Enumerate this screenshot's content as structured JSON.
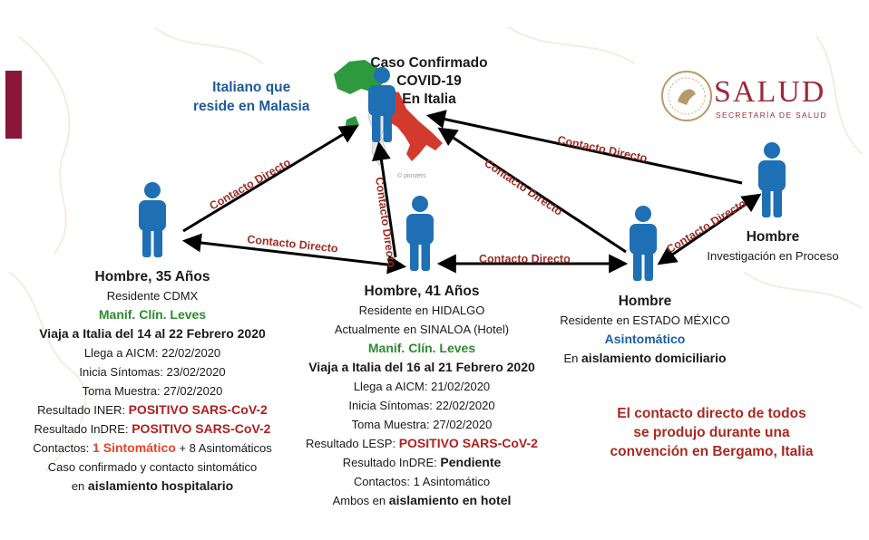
{
  "brand": {
    "name": "SALUD",
    "subtitle": "SECRETARÍA DE SALUD",
    "color": "#9c2a3a"
  },
  "colors": {
    "person": "#1f6fb5",
    "arrow": "#000000",
    "edge_label": "#9a2e24",
    "accent_bar": "#8a1638",
    "italy_green": "#2e9a3e",
    "italy_red": "#d23a2e"
  },
  "italiano_label": [
    "Italiano que",
    "reside en Malasia"
  ],
  "caso": {
    "lines": [
      "Caso Confirmado",
      "COVID-19",
      "En Italia"
    ],
    "map_caption": "© piosters"
  },
  "edges": {
    "cdmx_to_italy": "Contacto Directo",
    "hidalgo_to_italy": "Contacto Directo",
    "cdmx_hidalgo": "Contacto Directo",
    "hidalgo_edomex": "Contacto Directo",
    "edomex_to_italy": "Contacto Directo",
    "investigacion_to_italy": "Contacto Directo",
    "edomex_investigacion": "Contacto Directo"
  },
  "p35": {
    "title": "Hombre, 35 Años",
    "residence": "Residente CDMX",
    "manif": "Manif. Clín. Leves",
    "trip": "Viaja a Italia del 14 al 22 Febrero 2020",
    "arrival": "Llega a AICM: 22/02/2020",
    "onset": "Inicia Síntomas: 23/02/2020",
    "sample": "Toma Muestra: 27/02/2020",
    "inerPrefix": "Resultado INER:",
    "inerValue": "POSITIVO SARS-CoV-2",
    "indrePrefix": "Resultado InDRE:",
    "indreValue": "POSITIVO SARS-CoV-2",
    "contactsPrefix": "Contactos:",
    "contactsSymptomatic": "1 Sintomático",
    "contactsRest": "+ 8 Asintomáticos",
    "caseNote": "Caso confirmado y contacto sintomático",
    "isolationPrefix": "en",
    "isolationValue": "aislamiento hospitalario"
  },
  "p41": {
    "title": "Hombre, 41 Años",
    "residence": "Residente en HIDALGO",
    "current": "Actualmente en SINALOA (Hotel)",
    "manif": "Manif. Clín. Leves",
    "trip": "Viaja a Italia del 16 al 21 Febrero 2020",
    "arrival": "Llega a AICM: 21/02/2020",
    "onset": "Inicia Síntomas: 22/02/2020",
    "sample": "Toma Muestra: 27/02/2020",
    "lespPrefix": "Resultado LESP:",
    "lespValue": "POSITIVO SARS-CoV-2",
    "indrePrefix": "Resultado InDRE:",
    "indreValue": "Pendiente",
    "contacts": "Contactos: 1 Asintomático",
    "bothPrefix": "Ambos en",
    "bothValue": "aislamiento en hotel"
  },
  "pedomex": {
    "title": "Hombre",
    "residence": "Residente en ESTADO MÉXICO",
    "status": "Asintomático",
    "isolationPrefix": "En",
    "isolationValue": "aislamiento domiciliario"
  },
  "pinv": {
    "title": "Hombre",
    "status": "Investigación en Proceso"
  },
  "note": [
    "El contacto directo de todos",
    "se produjo durante una",
    "convención en Bergamo, Italia"
  ]
}
